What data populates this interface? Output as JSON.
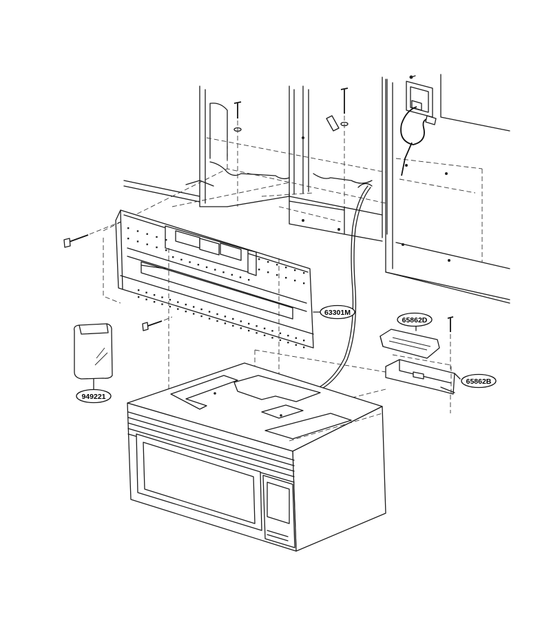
{
  "labels": {
    "panel": "63301M",
    "bag": "949221",
    "cover": "65862D",
    "holder": "65862B"
  }
}
